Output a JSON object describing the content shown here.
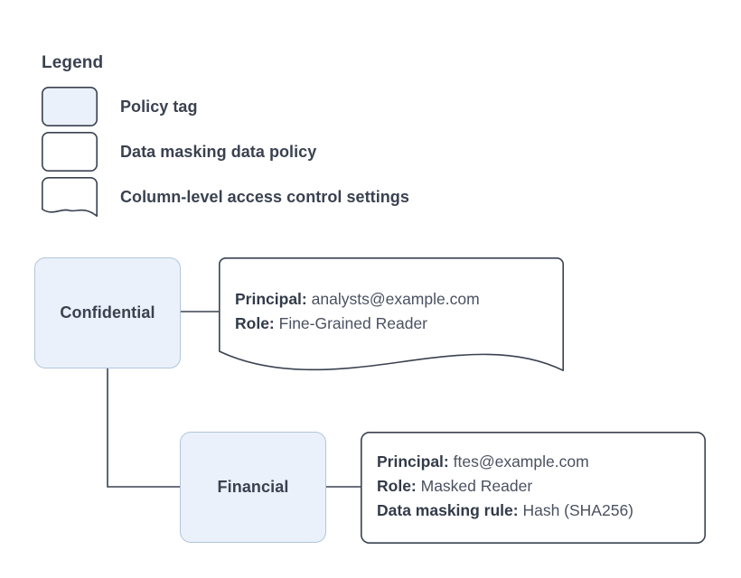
{
  "legend": {
    "title": "Legend",
    "items": [
      {
        "shape": "policy-tag-swatch",
        "filled": true,
        "wavy": false,
        "label": "Policy tag"
      },
      {
        "shape": "data-policy-swatch",
        "filled": false,
        "wavy": false,
        "label": "Data masking data policy"
      },
      {
        "shape": "access-control-swatch",
        "filled": false,
        "wavy": true,
        "label": "Column-level access control settings"
      }
    ]
  },
  "nodes": [
    {
      "id": "confidential",
      "label": "Confidential"
    },
    {
      "id": "financial",
      "label": "Financial"
    }
  ],
  "callouts": [
    {
      "id": "confidential",
      "wavy": true,
      "lines": [
        {
          "key": "Principal:",
          "value": "analysts@example.com"
        },
        {
          "key": "Role:",
          "value": "Fine-Grained Reader"
        }
      ]
    },
    {
      "id": "financial",
      "wavy": false,
      "lines": [
        {
          "key": "Principal:",
          "value": "ftes@example.com"
        },
        {
          "key": "Role:",
          "value": "Masked Reader"
        },
        {
          "key": "Data masking rule:",
          "value": "Hash (SHA256)"
        }
      ]
    }
  ],
  "colors": {
    "node_fill": "#eaf1fb",
    "node_border": "#b3c5da",
    "text": "#3a4250",
    "callout_border": "#3a4250",
    "background": "#ffffff"
  }
}
